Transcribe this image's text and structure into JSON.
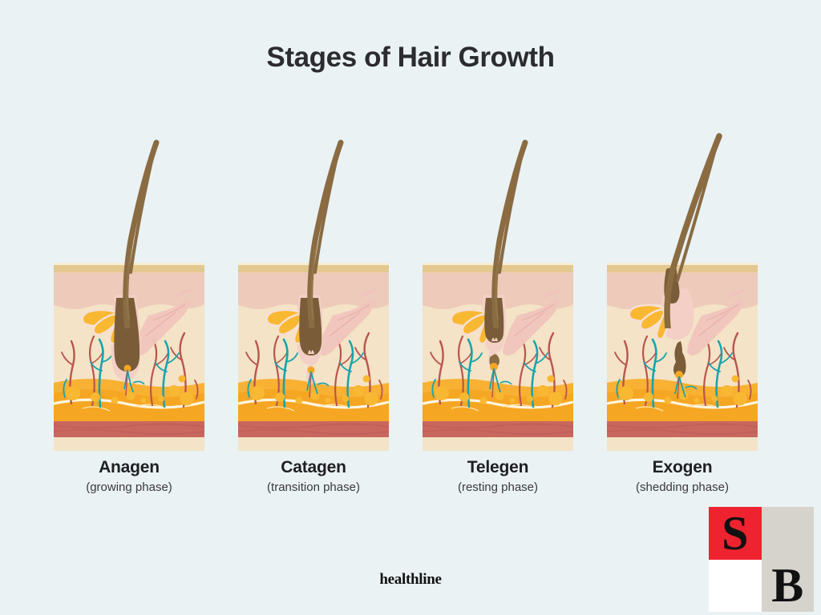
{
  "page": {
    "title": "Stages of Hair Growth",
    "background_color": "#eaf2f4",
    "brand": "healthline"
  },
  "logo": {
    "letter_top_left": "S",
    "letter_bottom_right": "B",
    "red": "#ef2230",
    "gray": "#d6d3cd",
    "white": "#ffffff"
  },
  "palette": {
    "hair": "#8a6b42",
    "hair_dark": "#7a5d38",
    "surface_band": "#e3c98f",
    "epidermis": "#edcab9",
    "dermis": "#f4e3c6",
    "fat": "#f8b133",
    "fat_deep": "#f5a623",
    "muscle_bottom": "#c9675f",
    "vessel_teal": "#17a3ad",
    "vessel_red": "#b9554f",
    "sebaceous": "#f9b832",
    "follicle_sheath": "#f3cfc6",
    "papilla": "#f5a623"
  },
  "stages": [
    {
      "id": "anagen",
      "name": "Anagen",
      "phase": "(growing phase)",
      "description": "Hair shaft long and rooted in a deep bulb with attached papilla"
    },
    {
      "id": "catagen",
      "name": "Catagen",
      "phase": "(transition phase)",
      "description": "Follicle shortens, bulb regresses upward, papilla detaching"
    },
    {
      "id": "telegen",
      "name": "Telegen",
      "phase": "(resting phase)",
      "description": "Club hair rests high in follicle, papilla fully separated below"
    },
    {
      "id": "exogen",
      "name": "Exogen",
      "phase": "(shedding phase)",
      "description": "Old hair is shed at the surface while a new hair germ forms below"
    }
  ]
}
